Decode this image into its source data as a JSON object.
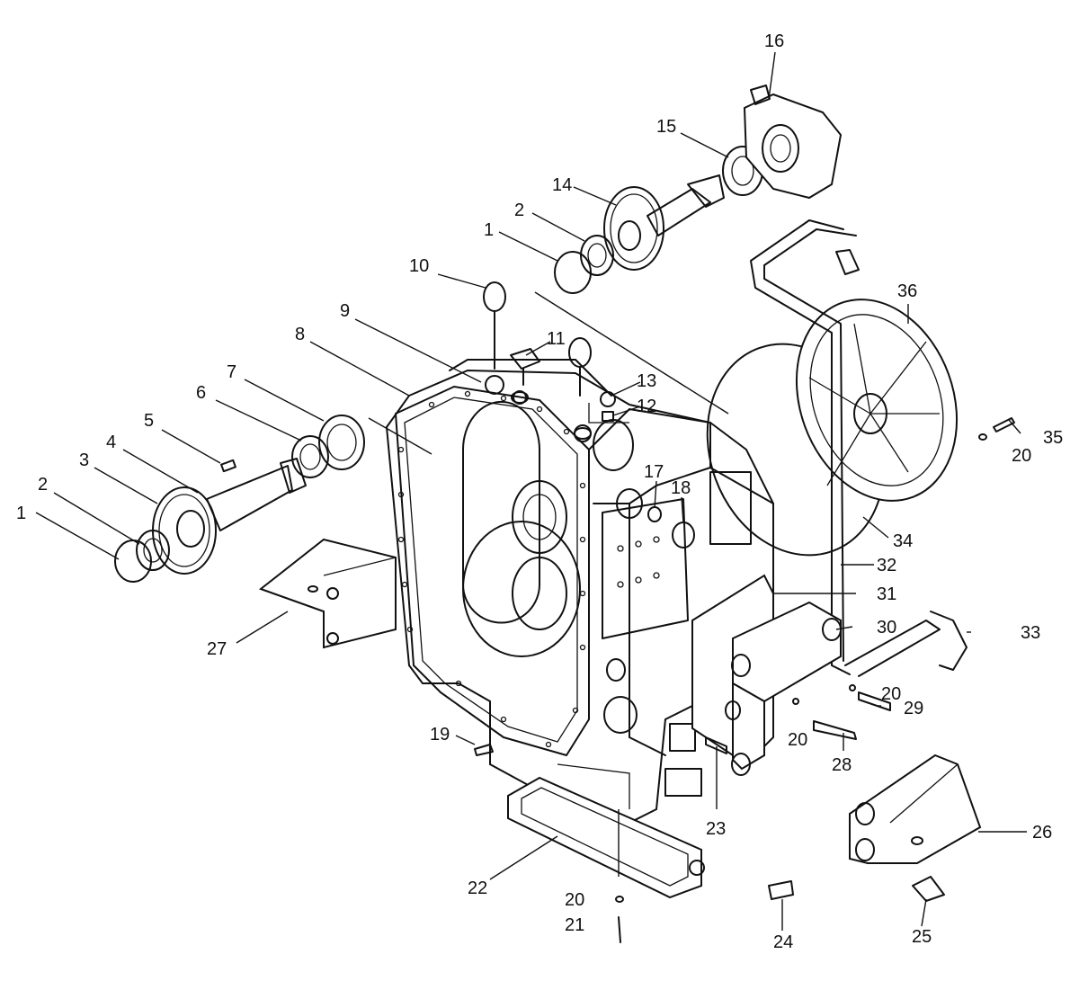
{
  "callouts": [
    {
      "id": "c1a",
      "text": "1"
    },
    {
      "id": "c2a",
      "text": "2"
    },
    {
      "id": "c3",
      "text": "3"
    },
    {
      "id": "c4",
      "text": "4"
    },
    {
      "id": "c5",
      "text": "5"
    },
    {
      "id": "c6",
      "text": "6"
    },
    {
      "id": "c7",
      "text": "7"
    },
    {
      "id": "c8",
      "text": "8"
    },
    {
      "id": "c9",
      "text": "9"
    },
    {
      "id": "c10",
      "text": "10"
    },
    {
      "id": "c11",
      "text": "11"
    },
    {
      "id": "c12",
      "text": "12"
    },
    {
      "id": "c13",
      "text": "13"
    },
    {
      "id": "c1b",
      "text": "1"
    },
    {
      "id": "c2b",
      "text": "2"
    },
    {
      "id": "c14",
      "text": "14"
    },
    {
      "id": "c15",
      "text": "15"
    },
    {
      "id": "c16",
      "text": "16"
    },
    {
      "id": "c17",
      "text": "17"
    },
    {
      "id": "c18",
      "text": "18"
    },
    {
      "id": "c19",
      "text": "19"
    },
    {
      "id": "c20a",
      "text": "20"
    },
    {
      "id": "c20b",
      "text": "20"
    },
    {
      "id": "c20c",
      "text": "20"
    },
    {
      "id": "c20d",
      "text": "20"
    },
    {
      "id": "c21",
      "text": "21"
    },
    {
      "id": "c22",
      "text": "22"
    },
    {
      "id": "c23",
      "text": "23"
    },
    {
      "id": "c24",
      "text": "24"
    },
    {
      "id": "c25",
      "text": "25"
    },
    {
      "id": "c26",
      "text": "26"
    },
    {
      "id": "c27",
      "text": "27"
    },
    {
      "id": "c28",
      "text": "28"
    },
    {
      "id": "c29",
      "text": "29"
    },
    {
      "id": "c30",
      "text": "30"
    },
    {
      "id": "c31",
      "text": "31"
    },
    {
      "id": "c32",
      "text": "32"
    },
    {
      "id": "c33",
      "text": "33"
    },
    {
      "id": "c34",
      "text": "34"
    },
    {
      "id": "c35",
      "text": "35"
    },
    {
      "id": "c36",
      "text": "36"
    }
  ]
}
